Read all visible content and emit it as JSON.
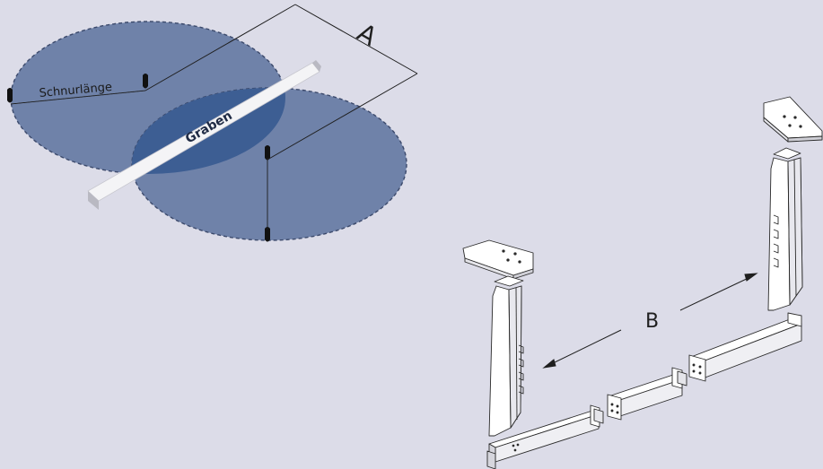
{
  "labels": {
    "schnur": "Schnurlänge",
    "graben": "Graben",
    "dim_a": "A",
    "dim_b": "B"
  },
  "colors": {
    "background": "#dcdce8",
    "circle_fill": "#6f82a9",
    "overlap_fill": "#3d5e93",
    "circle_stroke": "#3c4a6c",
    "bar_fill": "#f4f4f6",
    "bar_shade": "#b9b9c2",
    "line": "#1f1f1f"
  }
}
